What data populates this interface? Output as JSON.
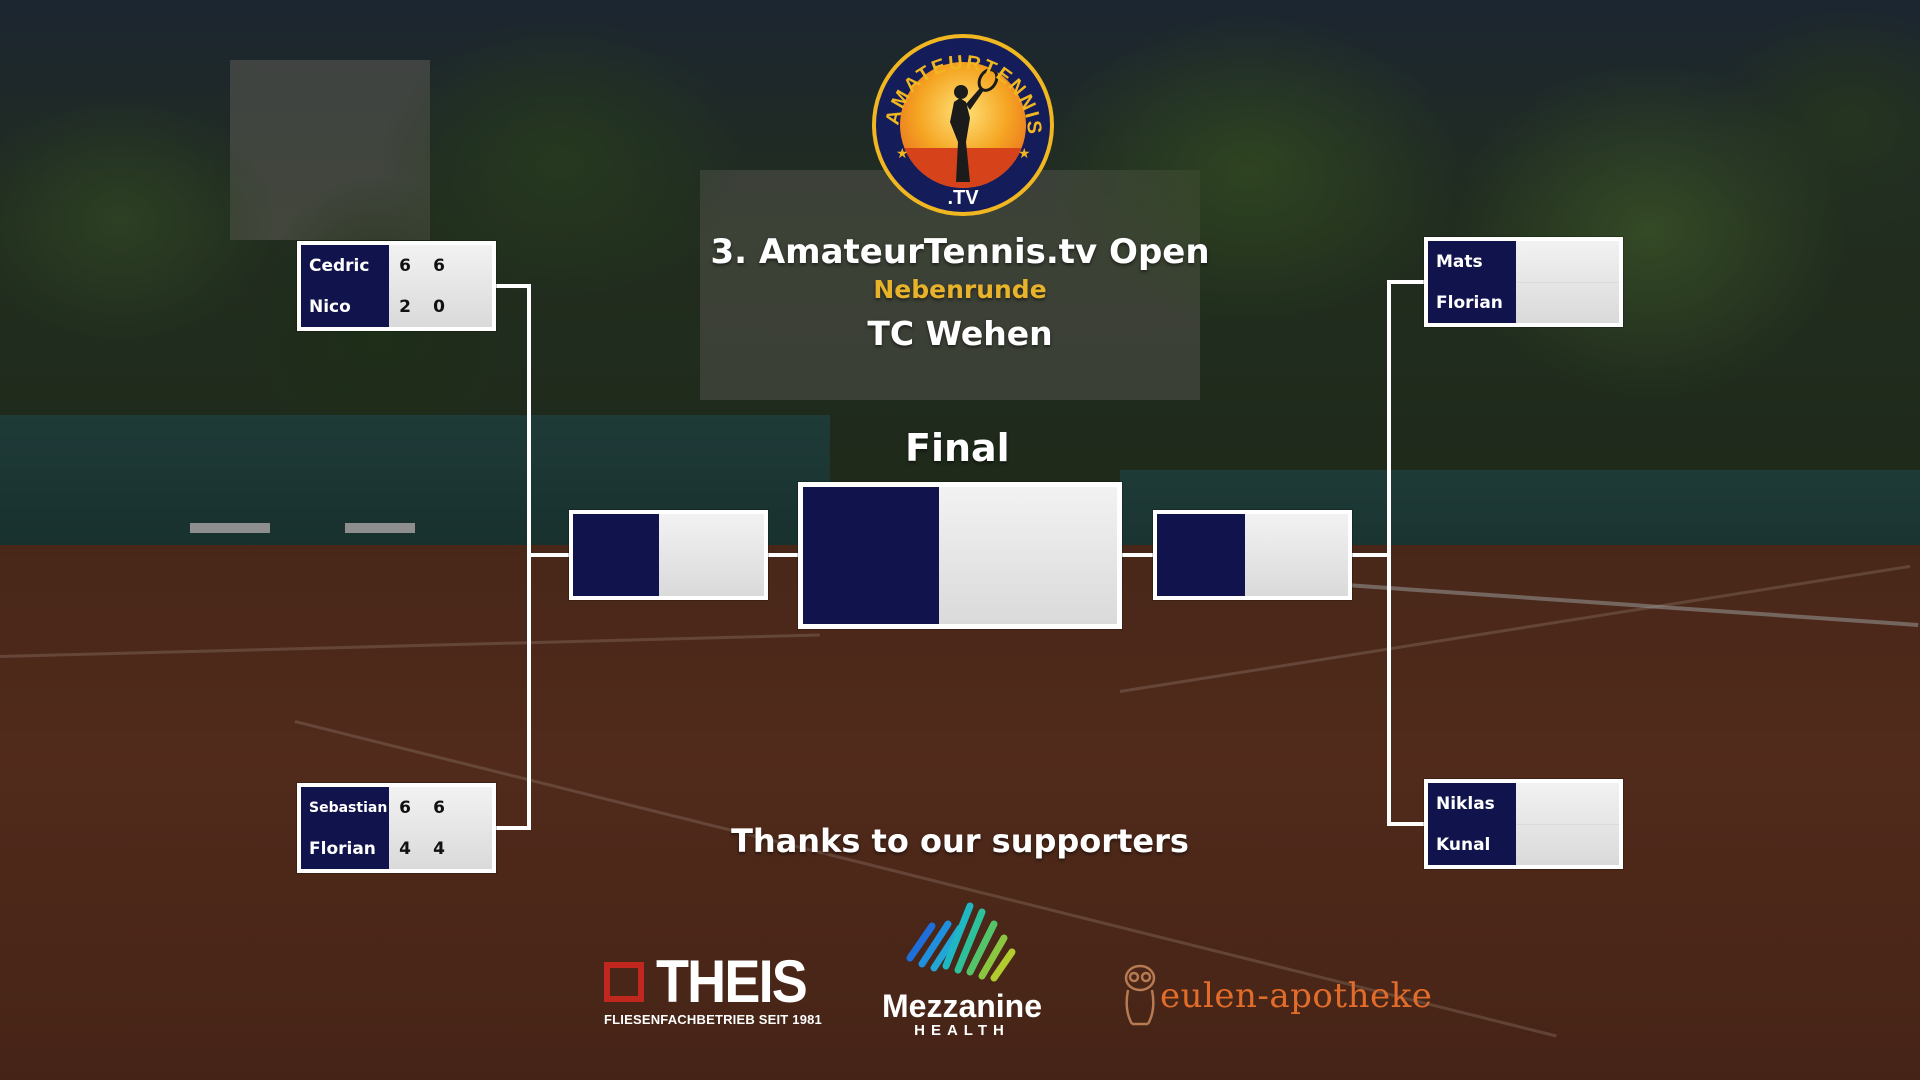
{
  "event": {
    "title": "3. AmateurTennis.tv Open",
    "round": "Nebenrunde",
    "venue": "TC Wehen",
    "final_label": "Final"
  },
  "logo": {
    "ring_text": "AMATEURTENNIS",
    "suffix": ".TV"
  },
  "bracket": {
    "left_top": {
      "p1": "Cedric",
      "p2": "Nico",
      "p1_sets": [
        "6",
        "6"
      ],
      "p2_sets": [
        "2",
        "0"
      ]
    },
    "left_bottom": {
      "p1": "Sebastian",
      "p2": "Florian",
      "p1_sets": [
        "6",
        "6"
      ],
      "p2_sets": [
        "4",
        "4"
      ]
    },
    "right_top": {
      "p1": "Mats",
      "p2": "Florian",
      "p1_sets": [
        "",
        ""
      ],
      "p2_sets": [
        "",
        ""
      ]
    },
    "right_bottom": {
      "p1": "Niklas",
      "p2": "Kunal",
      "p1_sets": [
        "",
        ""
      ],
      "p2_sets": [
        "",
        ""
      ]
    }
  },
  "supporters": {
    "heading": "Thanks to our supporters",
    "theis": {
      "name": "THEIS",
      "tagline": "FLIESENFACHBETRIEB SEIT 1981"
    },
    "mezzanine": {
      "name": "Mezzanine",
      "tagline": "HEALTH"
    },
    "eulen": {
      "name": "eulen-apotheke"
    }
  },
  "colors": {
    "name_panel": "#11134d",
    "round_label": "#e8b32a",
    "eulen": "#e26c2a",
    "theis_red": "#c0281f"
  }
}
